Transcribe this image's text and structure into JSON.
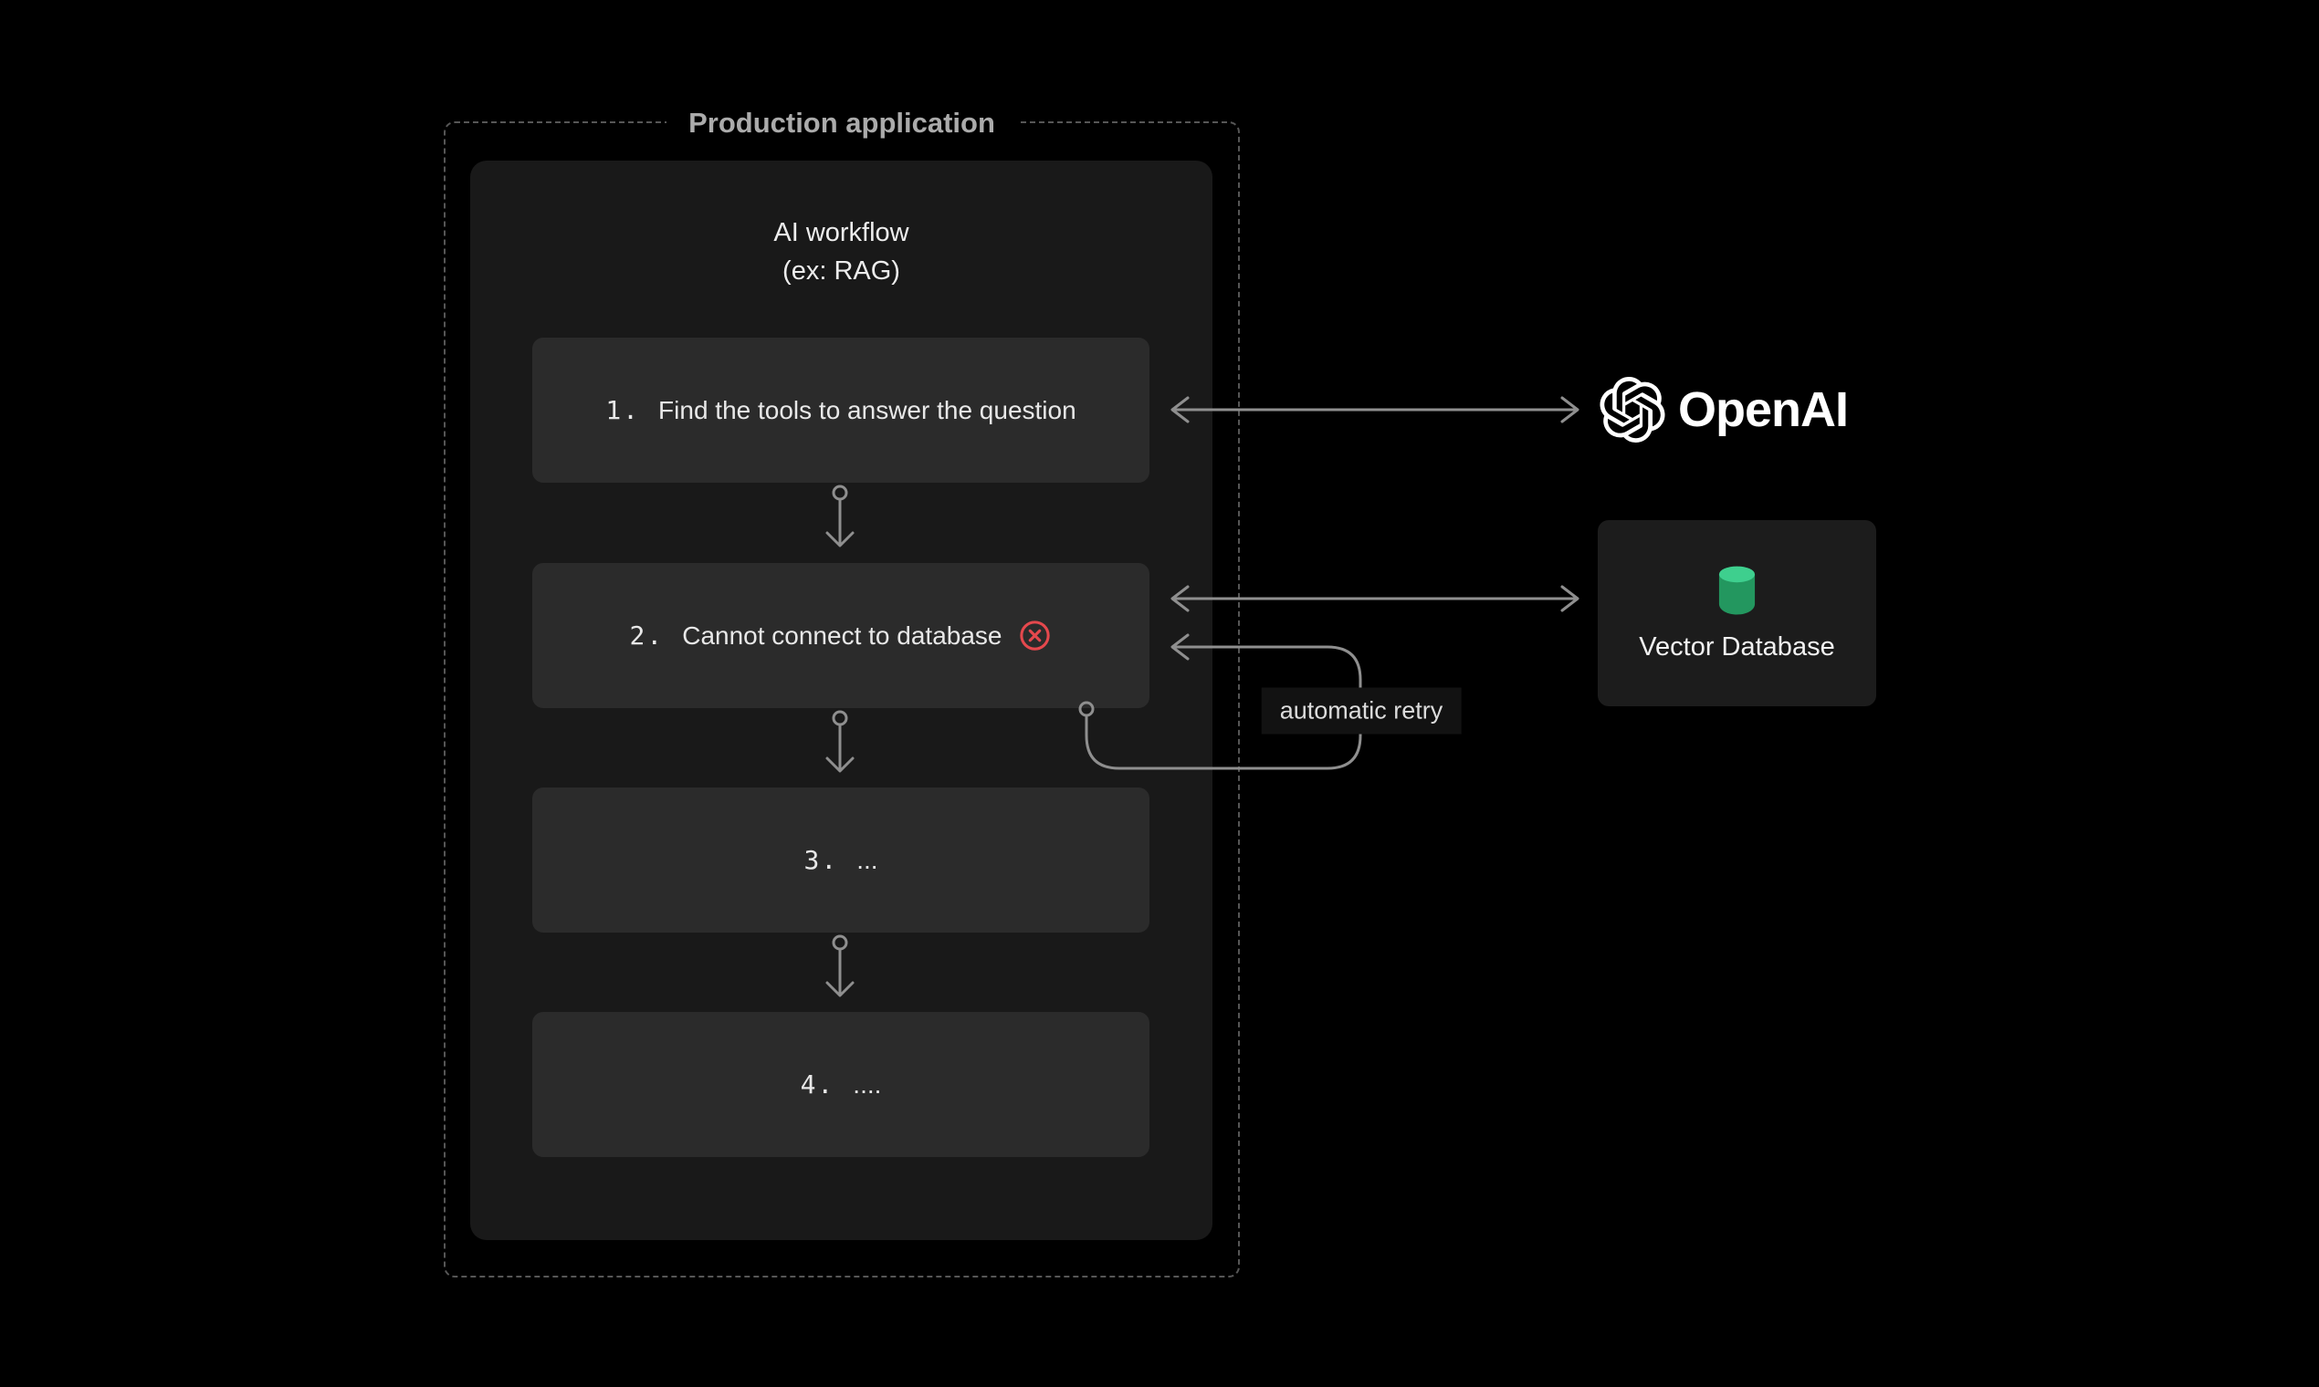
{
  "production": {
    "label": "Production application"
  },
  "workflow": {
    "title_line1": "AI workflow",
    "title_line2": "(ex: RAG)",
    "steps": [
      {
        "num": "1.",
        "text": "Find the tools to answer the question"
      },
      {
        "num": "2.",
        "text": "Cannot connect to database"
      },
      {
        "num": "3.",
        "text": "..."
      },
      {
        "num": "4.",
        "text": "...."
      }
    ]
  },
  "annotations": {
    "retry": "automatic retry"
  },
  "external": {
    "openai_label": "OpenAI",
    "vector_db_label": "Vector Database"
  },
  "colors": {
    "error_red": "#e5484d",
    "db_green_top": "#3ecf8e",
    "db_green_body": "#23975f",
    "arrow_gray": "#8f8f8f"
  }
}
